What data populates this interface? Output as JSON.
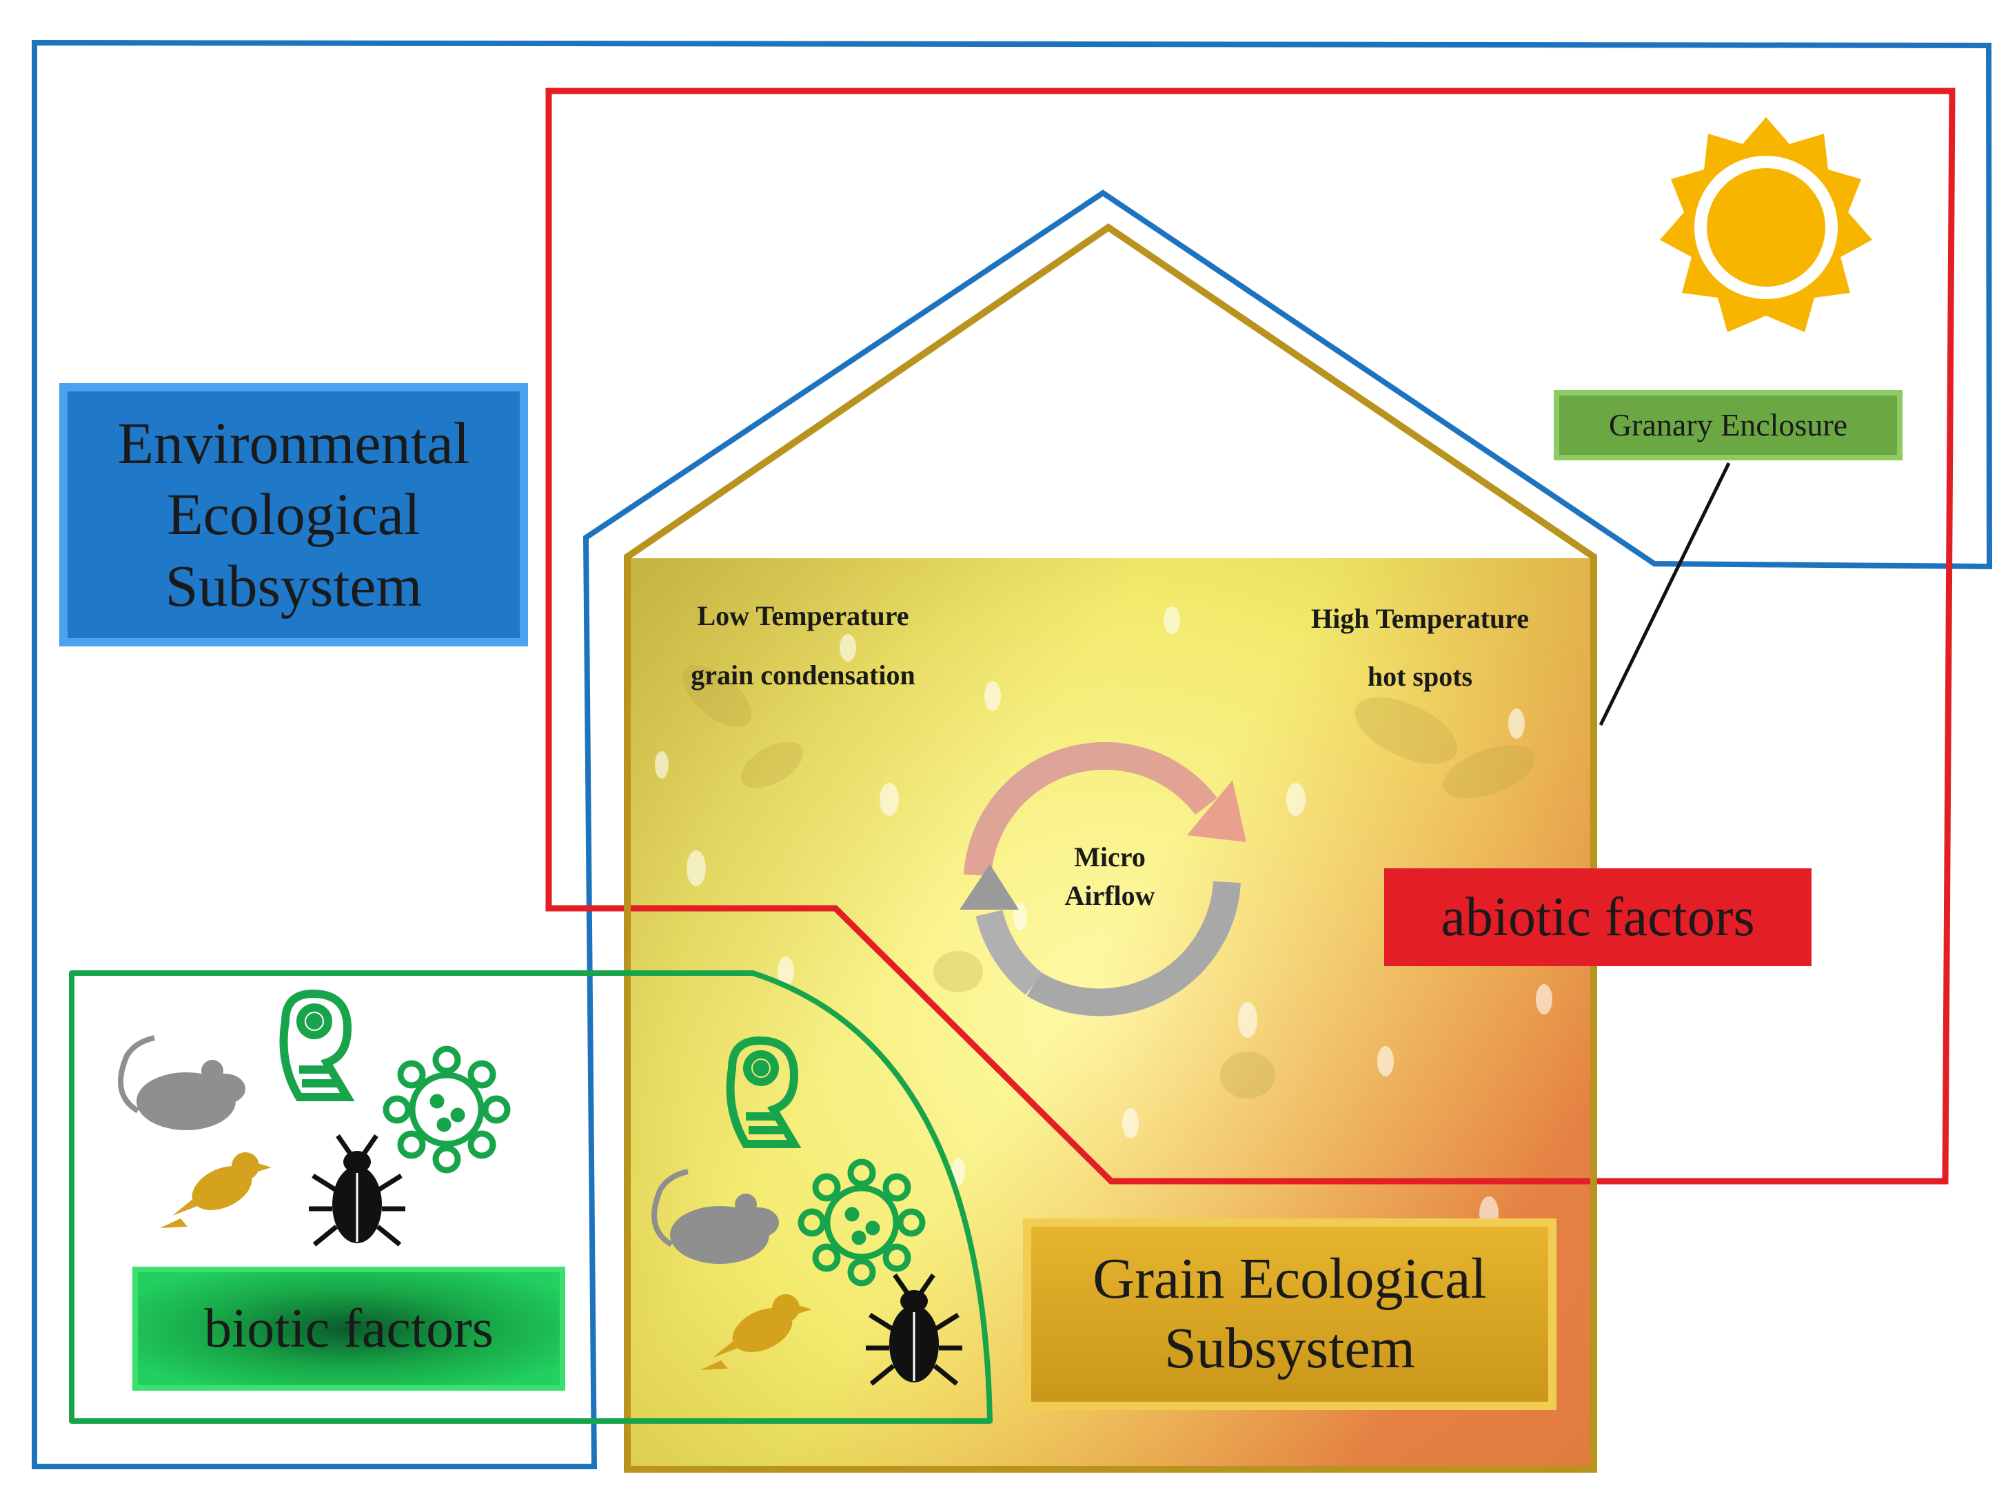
{
  "labels": {
    "environmental": "Environmental Ecological Subsystem",
    "granary": "Granary Enclosure",
    "abiotic": "abiotic factors",
    "biotic": "biotic factors",
    "grain": "Grain Ecological Subsystem",
    "low_temp_1": "Low Temperature",
    "low_temp_2": "grain condensation",
    "high_temp_1": "High Temperature",
    "high_temp_2": "hot spots",
    "micro_1": "Micro",
    "micro_2": "Airflow"
  },
  "icons": [
    "sun-icon",
    "mouse-icon",
    "chameleon-icon",
    "virus-icon",
    "bird-icon",
    "beetle-icon"
  ],
  "colors": {
    "environmental_blue": "#1E73BE",
    "abiotic_red": "#E31E24",
    "biotic_green": "#18A44A",
    "grain_gold": "#B8941F",
    "granary_green": "#6BA843",
    "sun_yellow": "#F7B500"
  }
}
